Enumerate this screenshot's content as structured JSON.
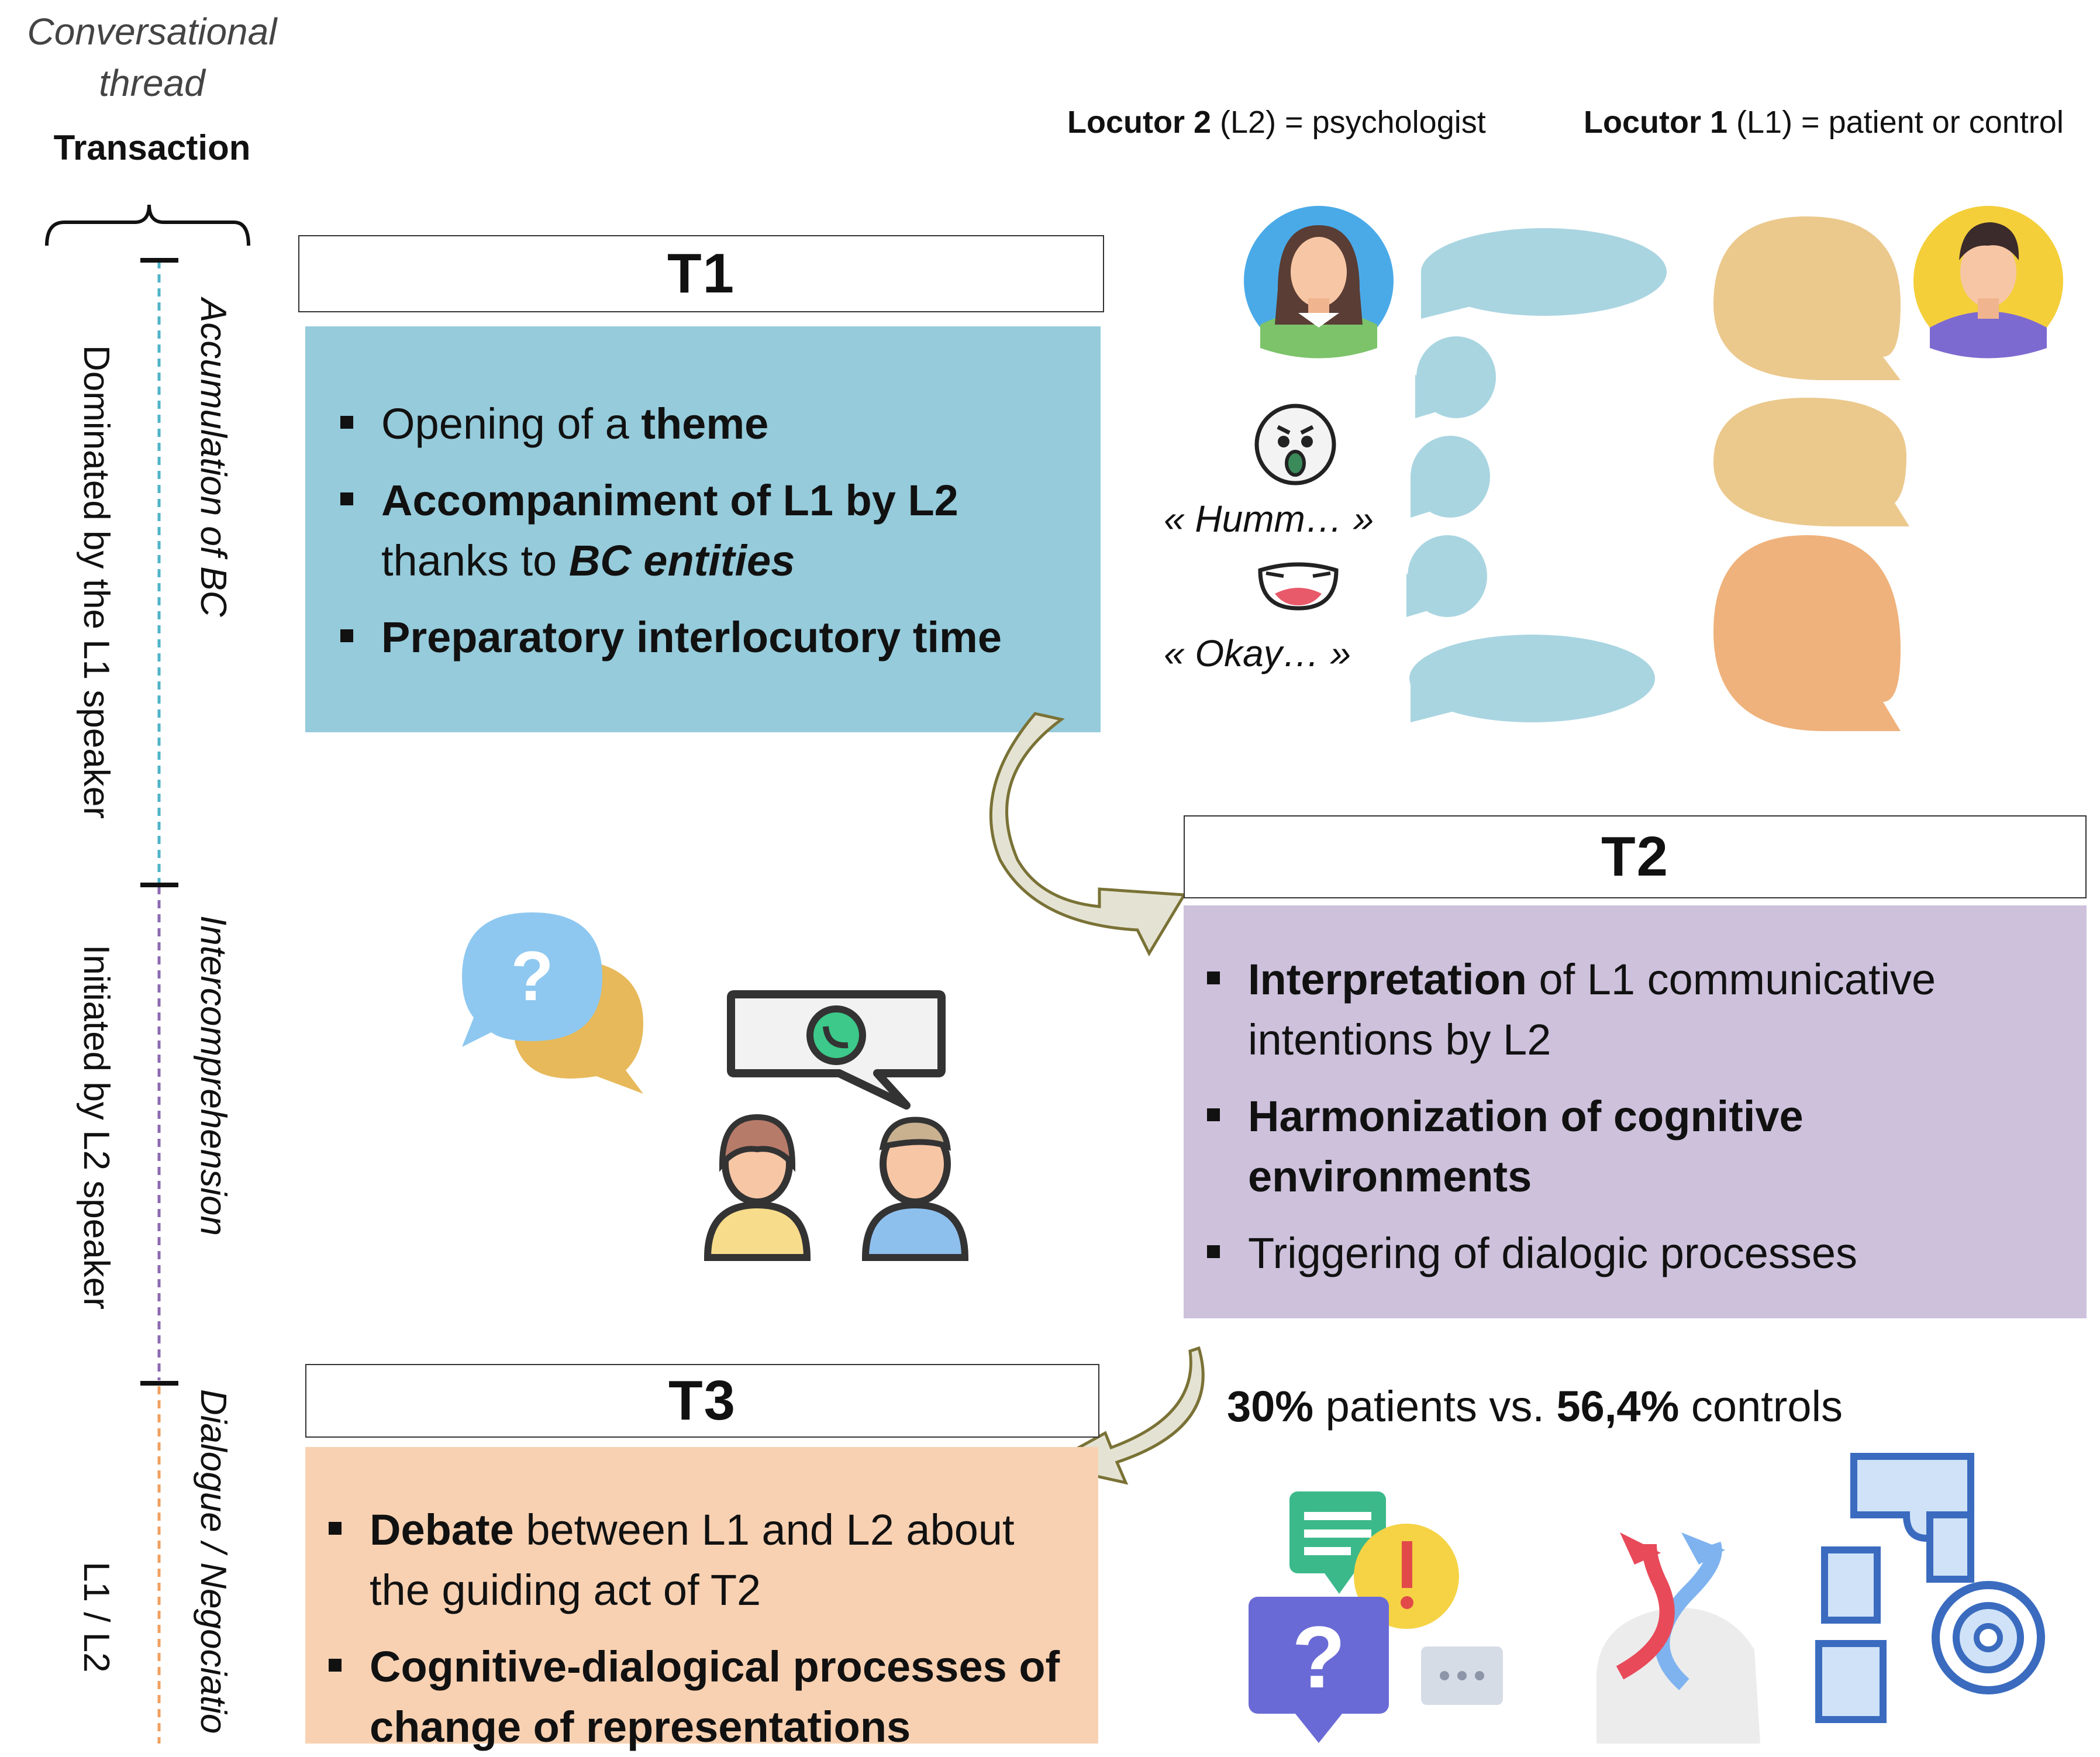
{
  "left_axis": {
    "thread_label_line1": "Conversational",
    "thread_label_line2": "thread",
    "transaction_label": "Transaction",
    "segments": [
      {
        "dominance": "Dominated by the L1 speaker",
        "phase": "Accumulation of BC",
        "color": "#4fb3c8"
      },
      {
        "dominance": "Initiated by L2 speaker",
        "phase": "Intercomprehension",
        "color": "#8c6bb1"
      },
      {
        "dominance": "L1 / L2",
        "phase": "Dialogue / Negociatio",
        "color": "#f0a060"
      }
    ]
  },
  "locutors": {
    "l2_bold": "Locutor 2",
    "l2_rest": " (L2) = psychologist",
    "l1_bold": "Locutor 1",
    "l1_rest": " (L1) = patient or control"
  },
  "quotes": {
    "humm": "« Humm… »",
    "okay": "« Okay… »"
  },
  "t1": {
    "title": "T1",
    "color": "#95cbdb",
    "item1_pre": "Opening of a ",
    "item1_bold": "theme",
    "item2_bold": "Accompaniment of L1 by L2",
    "item2_pre": "thanks to ",
    "item2_bolditalic": "BC entities",
    "item3_bold": "Preparatory interlocutory time"
  },
  "t2": {
    "title": "T2",
    "color": "#cdc1dc",
    "item1_bold": "Interpretation",
    "item1_rest": " of L1 communicative",
    "item1_line2": "intentions by L2",
    "item2_bold_line1": "Harmonization of cognitive",
    "item2_bold_line2": "environments",
    "item3": "Triggering of dialogic processes"
  },
  "t3": {
    "title": "T3",
    "color": "#f8d1b2",
    "item1_bold": "Debate",
    "item1_rest": " between L1 and L2 about",
    "item1_line2": "the guiding act of T2",
    "item2_bold_line1": "Cognitive-dialogical processes  of",
    "item2_bold_line2": "change of representations"
  },
  "stat": {
    "pct1": "30%",
    "mid": " patients vs. ",
    "pct2": "56,4%",
    "end": " controls"
  },
  "icons": [
    "person-female-icon",
    "person-male-icon",
    "shocked-face-icon",
    "laughing-face-icon",
    "question-chat-icon",
    "video-call-icon",
    "chat-alert-icon",
    "head-arrows-icon",
    "puzzle-gear-icon"
  ]
}
